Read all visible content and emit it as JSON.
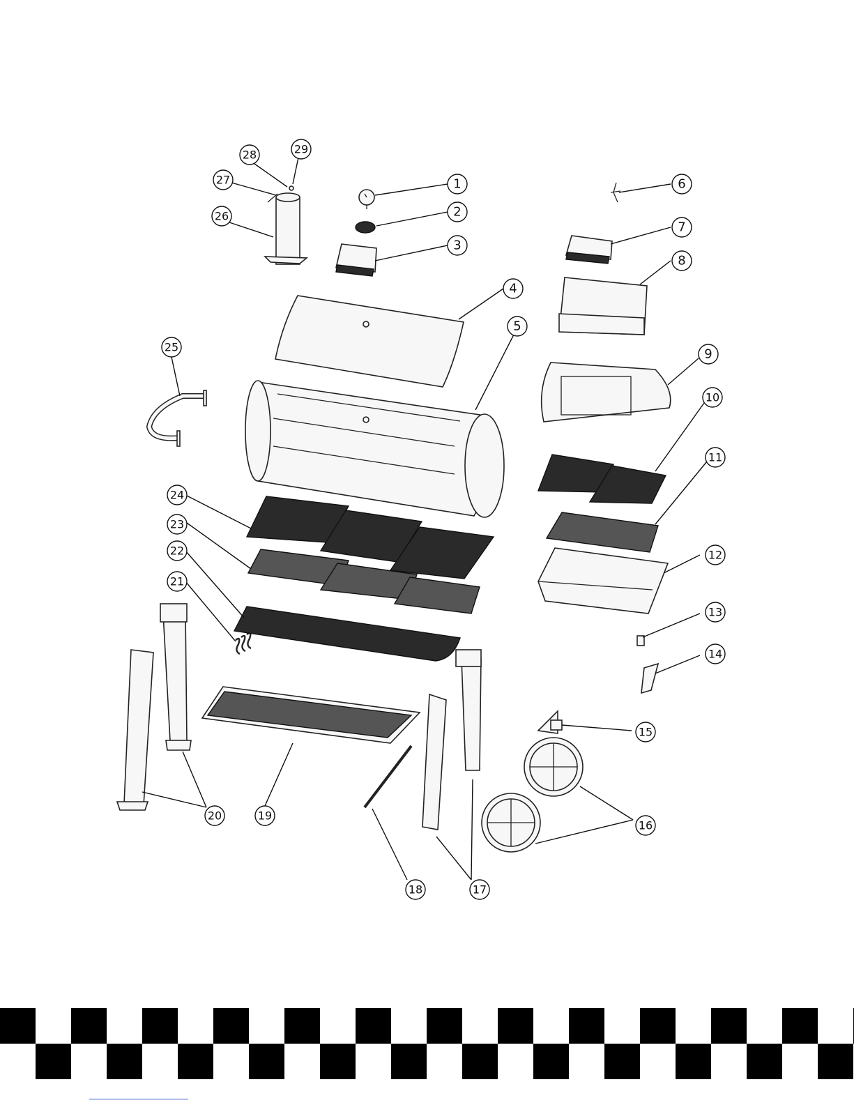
{
  "diagram": {
    "callouts": [
      {
        "label": "1"
      },
      {
        "label": "2"
      },
      {
        "label": "3"
      },
      {
        "label": "4"
      },
      {
        "label": "5"
      },
      {
        "label": "6"
      },
      {
        "label": "7"
      },
      {
        "label": "8"
      },
      {
        "label": "9"
      },
      {
        "label": "10"
      },
      {
        "label": "11"
      },
      {
        "label": "12"
      },
      {
        "label": "13"
      },
      {
        "label": "14"
      },
      {
        "label": "15"
      },
      {
        "label": "16"
      },
      {
        "label": "17"
      },
      {
        "label": "18"
      },
      {
        "label": "19"
      },
      {
        "label": "20"
      },
      {
        "label": "21"
      },
      {
        "label": "22"
      },
      {
        "label": "23"
      },
      {
        "label": "24"
      },
      {
        "label": "25"
      },
      {
        "label": "26"
      },
      {
        "label": "27"
      },
      {
        "label": "28"
      },
      {
        "label": "29"
      }
    ]
  },
  "footer": {
    "pattern": "checkerboard",
    "colors": {
      "dark": "#000000",
      "light": "#ffffff"
    }
  }
}
